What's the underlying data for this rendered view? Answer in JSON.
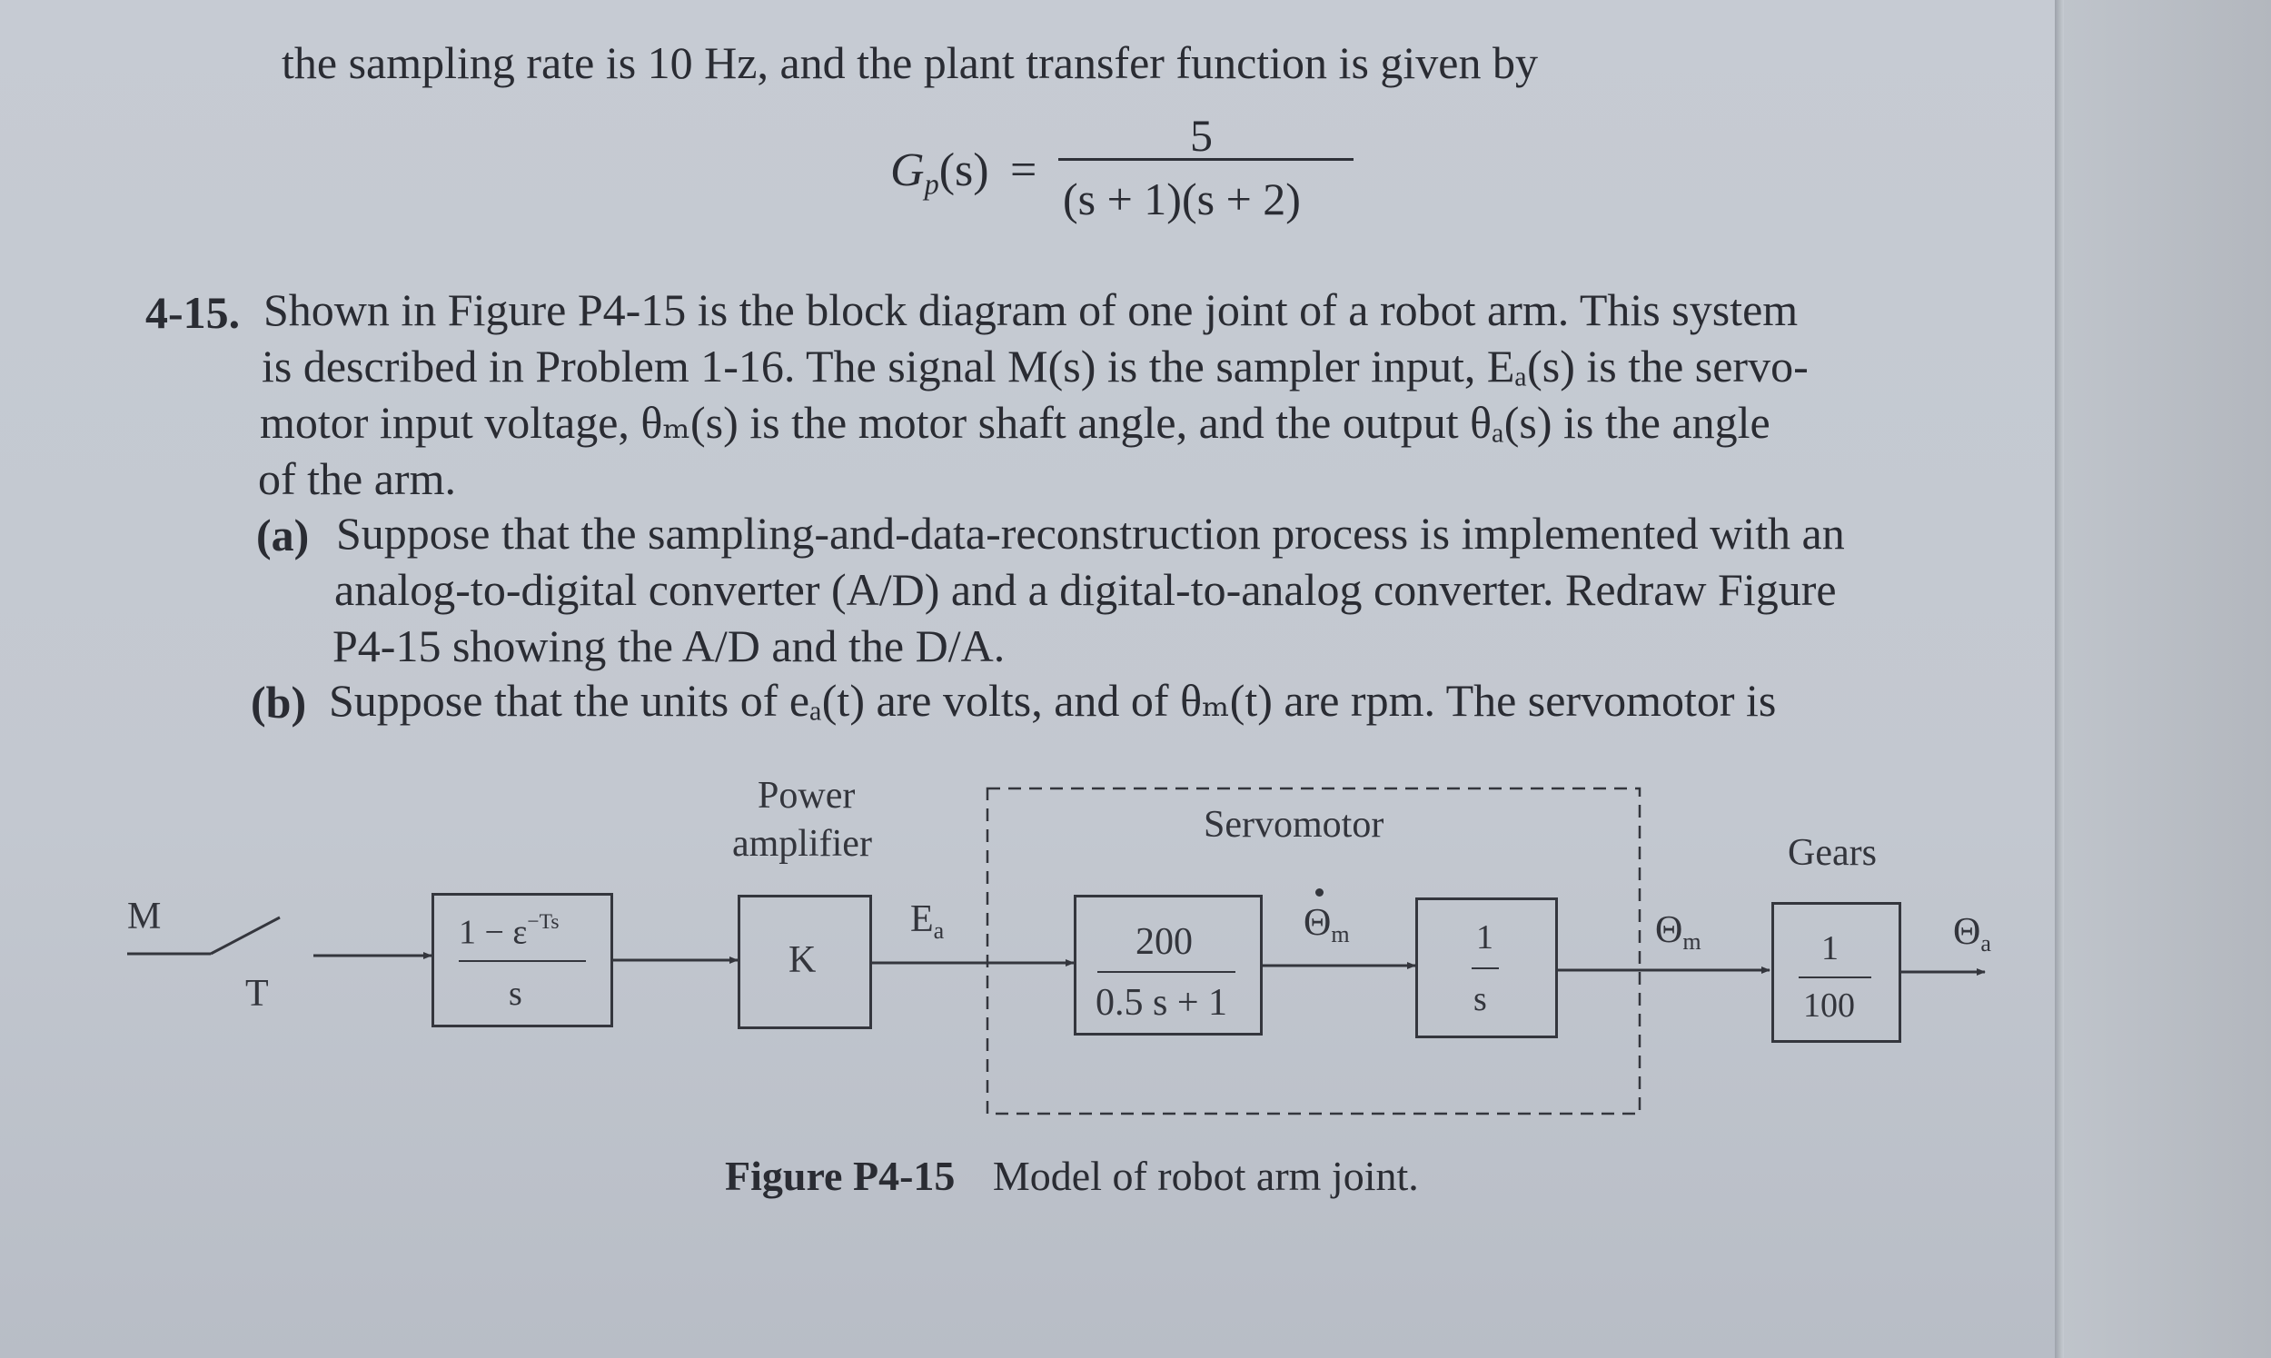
{
  "intro_line": "the sampling rate is 10 Hz, and the plant transfer function is given by",
  "equation": {
    "lhs": "G",
    "lhs_sub": "p",
    "lhs_arg": "(s)",
    "equals": "=",
    "numerator": "5",
    "denominator": "(s + 1)(s + 2)"
  },
  "problem": {
    "number": "4-15.",
    "lines": [
      "Shown in Figure P4-15 is the block diagram of one joint of a robot arm. This system",
      "is described in Problem 1-16. The signal M(s) is the sampler input, Eₐ(s) is the servo-",
      "motor input voltage, θₘ(s) is the motor shaft angle, and the output θₐ(s) is the angle",
      "of the arm."
    ],
    "parts": [
      {
        "label": "(a)",
        "lines": [
          "Suppose that the sampling-and-data-reconstruction process is implemented with an",
          "analog-to-digital converter (A/D) and a digital-to-analog converter. Redraw Figure",
          "P4-15 showing the A/D and the D/A."
        ]
      },
      {
        "label": "(b)",
        "lines": [
          "Suppose that the units of eₐ(t) are volts, and of θₘ(t) are rpm. The servomotor is"
        ]
      }
    ]
  },
  "diagram": {
    "input_label": "M",
    "sampler_label": "T",
    "zoh_numerator": "1 − ε",
    "zoh_numerator_sup": "−Ts",
    "zoh_denominator": "s",
    "amp_title_line1": "Power",
    "amp_title_line2": "amplifier",
    "amp_gain": "K",
    "ea_label": "E",
    "ea_sub": "a",
    "servo_title": "Servomotor",
    "servo_numerator": "200",
    "servo_denominator": "0.5 s + 1",
    "theta_dot_label": "Θ",
    "theta_dot_sub": "m",
    "integrator_numerator": "1",
    "integrator_denominator": "s",
    "theta_m_label": "Θ",
    "theta_m_sub": "m",
    "gears_title": "Gears",
    "gears_numerator": "1",
    "gears_denominator": "100",
    "output_label": "Θ",
    "output_sub": "a"
  },
  "caption": {
    "label": "Figure P4-15",
    "text": "Model of robot arm joint."
  }
}
